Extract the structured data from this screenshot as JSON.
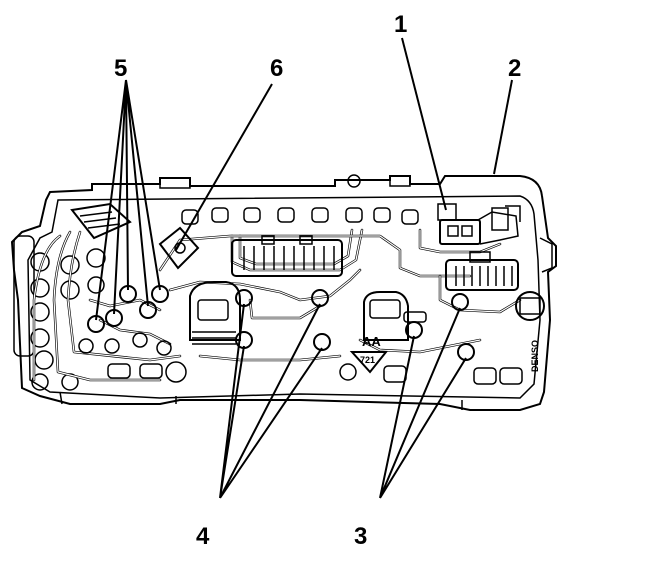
{
  "callouts": {
    "c1": "1",
    "c2": "2",
    "c3": "3",
    "c4": "4",
    "c5": "5",
    "c6": "6"
  },
  "board_markings": {
    "aa": "AA",
    "code": "721",
    "brand": "DENSO"
  }
}
